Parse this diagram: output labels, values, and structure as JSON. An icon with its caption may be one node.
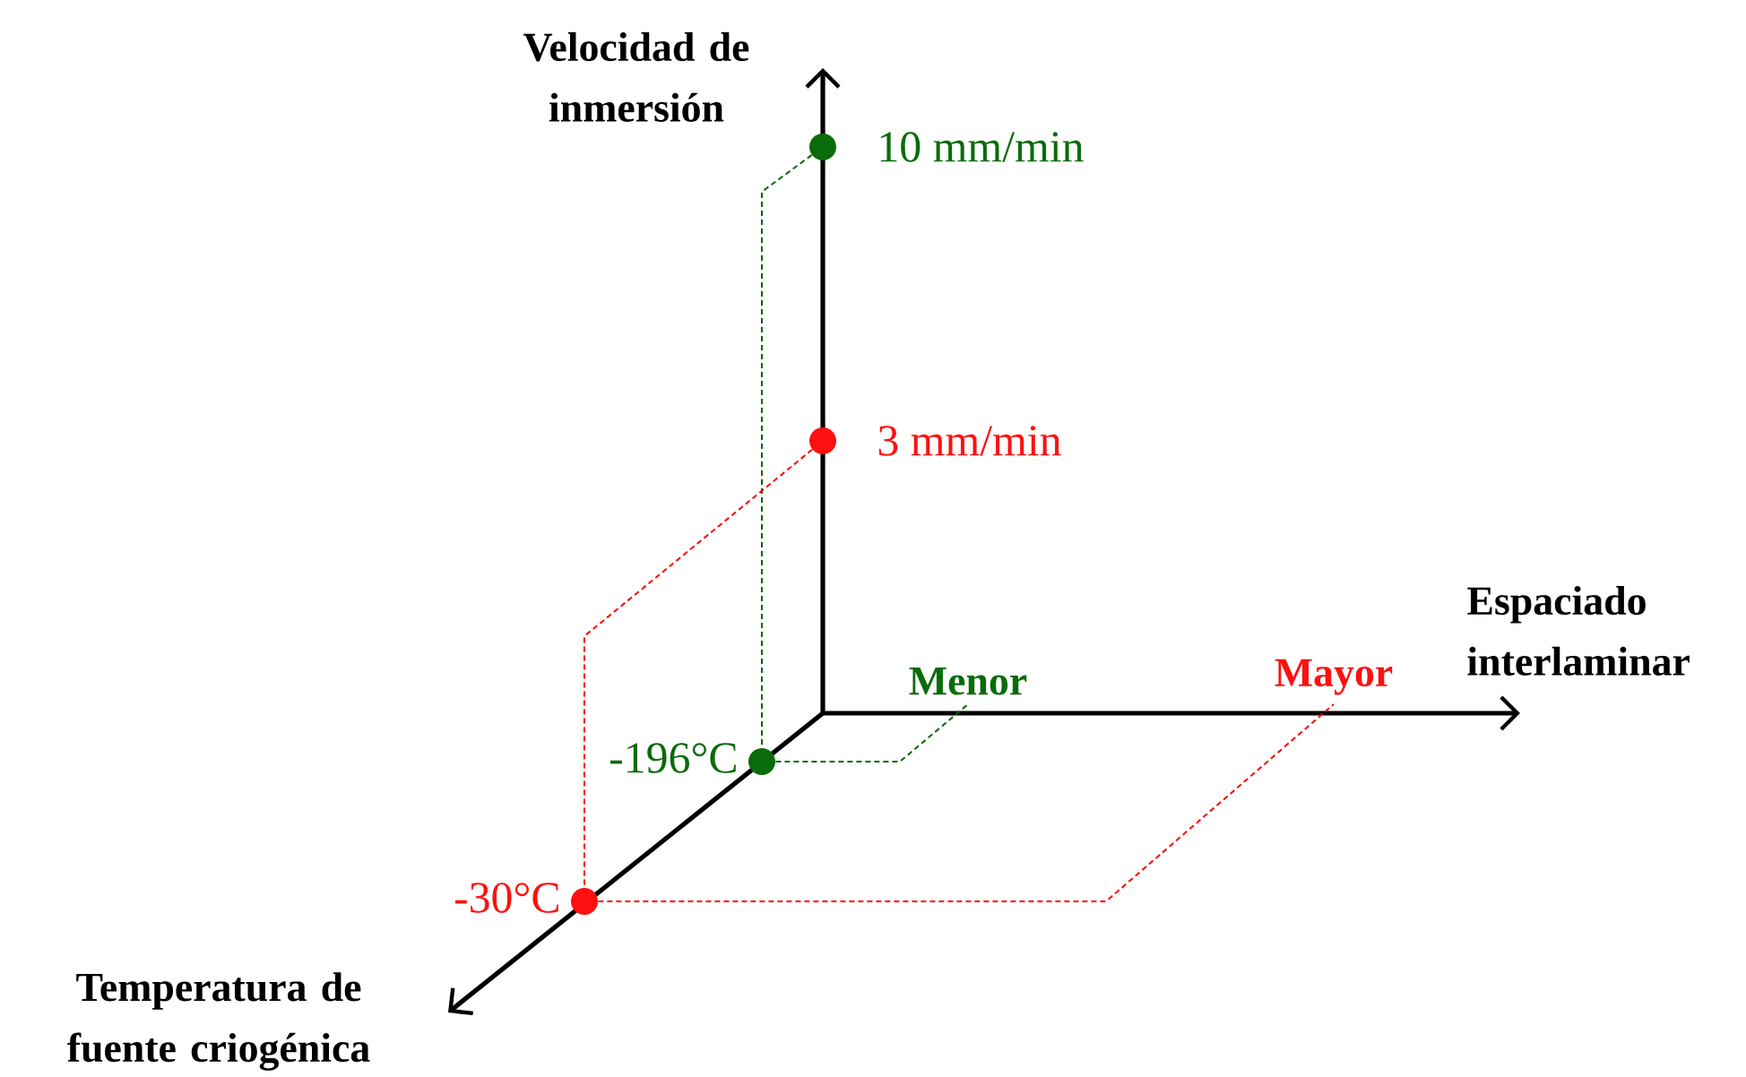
{
  "diagram": {
    "nodes": [
      {
        "text": [],
        "shape": "circle",
        "beside": [
          "10 mm/min"
        ]
      },
      {
        "text": [],
        "shape": "circle",
        "beside": [
          "3 mm/min"
        ]
      },
      {
        "text": [
          "Menor"
        ]
      },
      {
        "text": [
          "Mayor"
        ]
      },
      {
        "text": [],
        "shape": "circle",
        "beside": [
          "-196°C"
        ]
      },
      {
        "text": [],
        "shape": "circle",
        "beside": [
          "-30°C"
        ]
      }
    ],
    "edges": [
      {
        "from": 0,
        "to": 4,
        "arrow": "none",
        "style": "dashed",
        "color": "#006600"
      },
      {
        "from": 4,
        "to": 2,
        "arrow": "none",
        "style": "dashed",
        "color": "#006600"
      },
      {
        "from": 1,
        "to": 5,
        "arrow": "none",
        "style": "dashed",
        "color": "#ff0000"
      },
      {
        "from": 5,
        "to": 3,
        "arrow": "none",
        "style": "dashed",
        "color": "#ff0000"
      }
    ],
    "labels": [
      "Velocidad de inmersión",
      "Espaciado interlaminar",
      "Temperatura de fuente criogénica"
    ]
  }
}
